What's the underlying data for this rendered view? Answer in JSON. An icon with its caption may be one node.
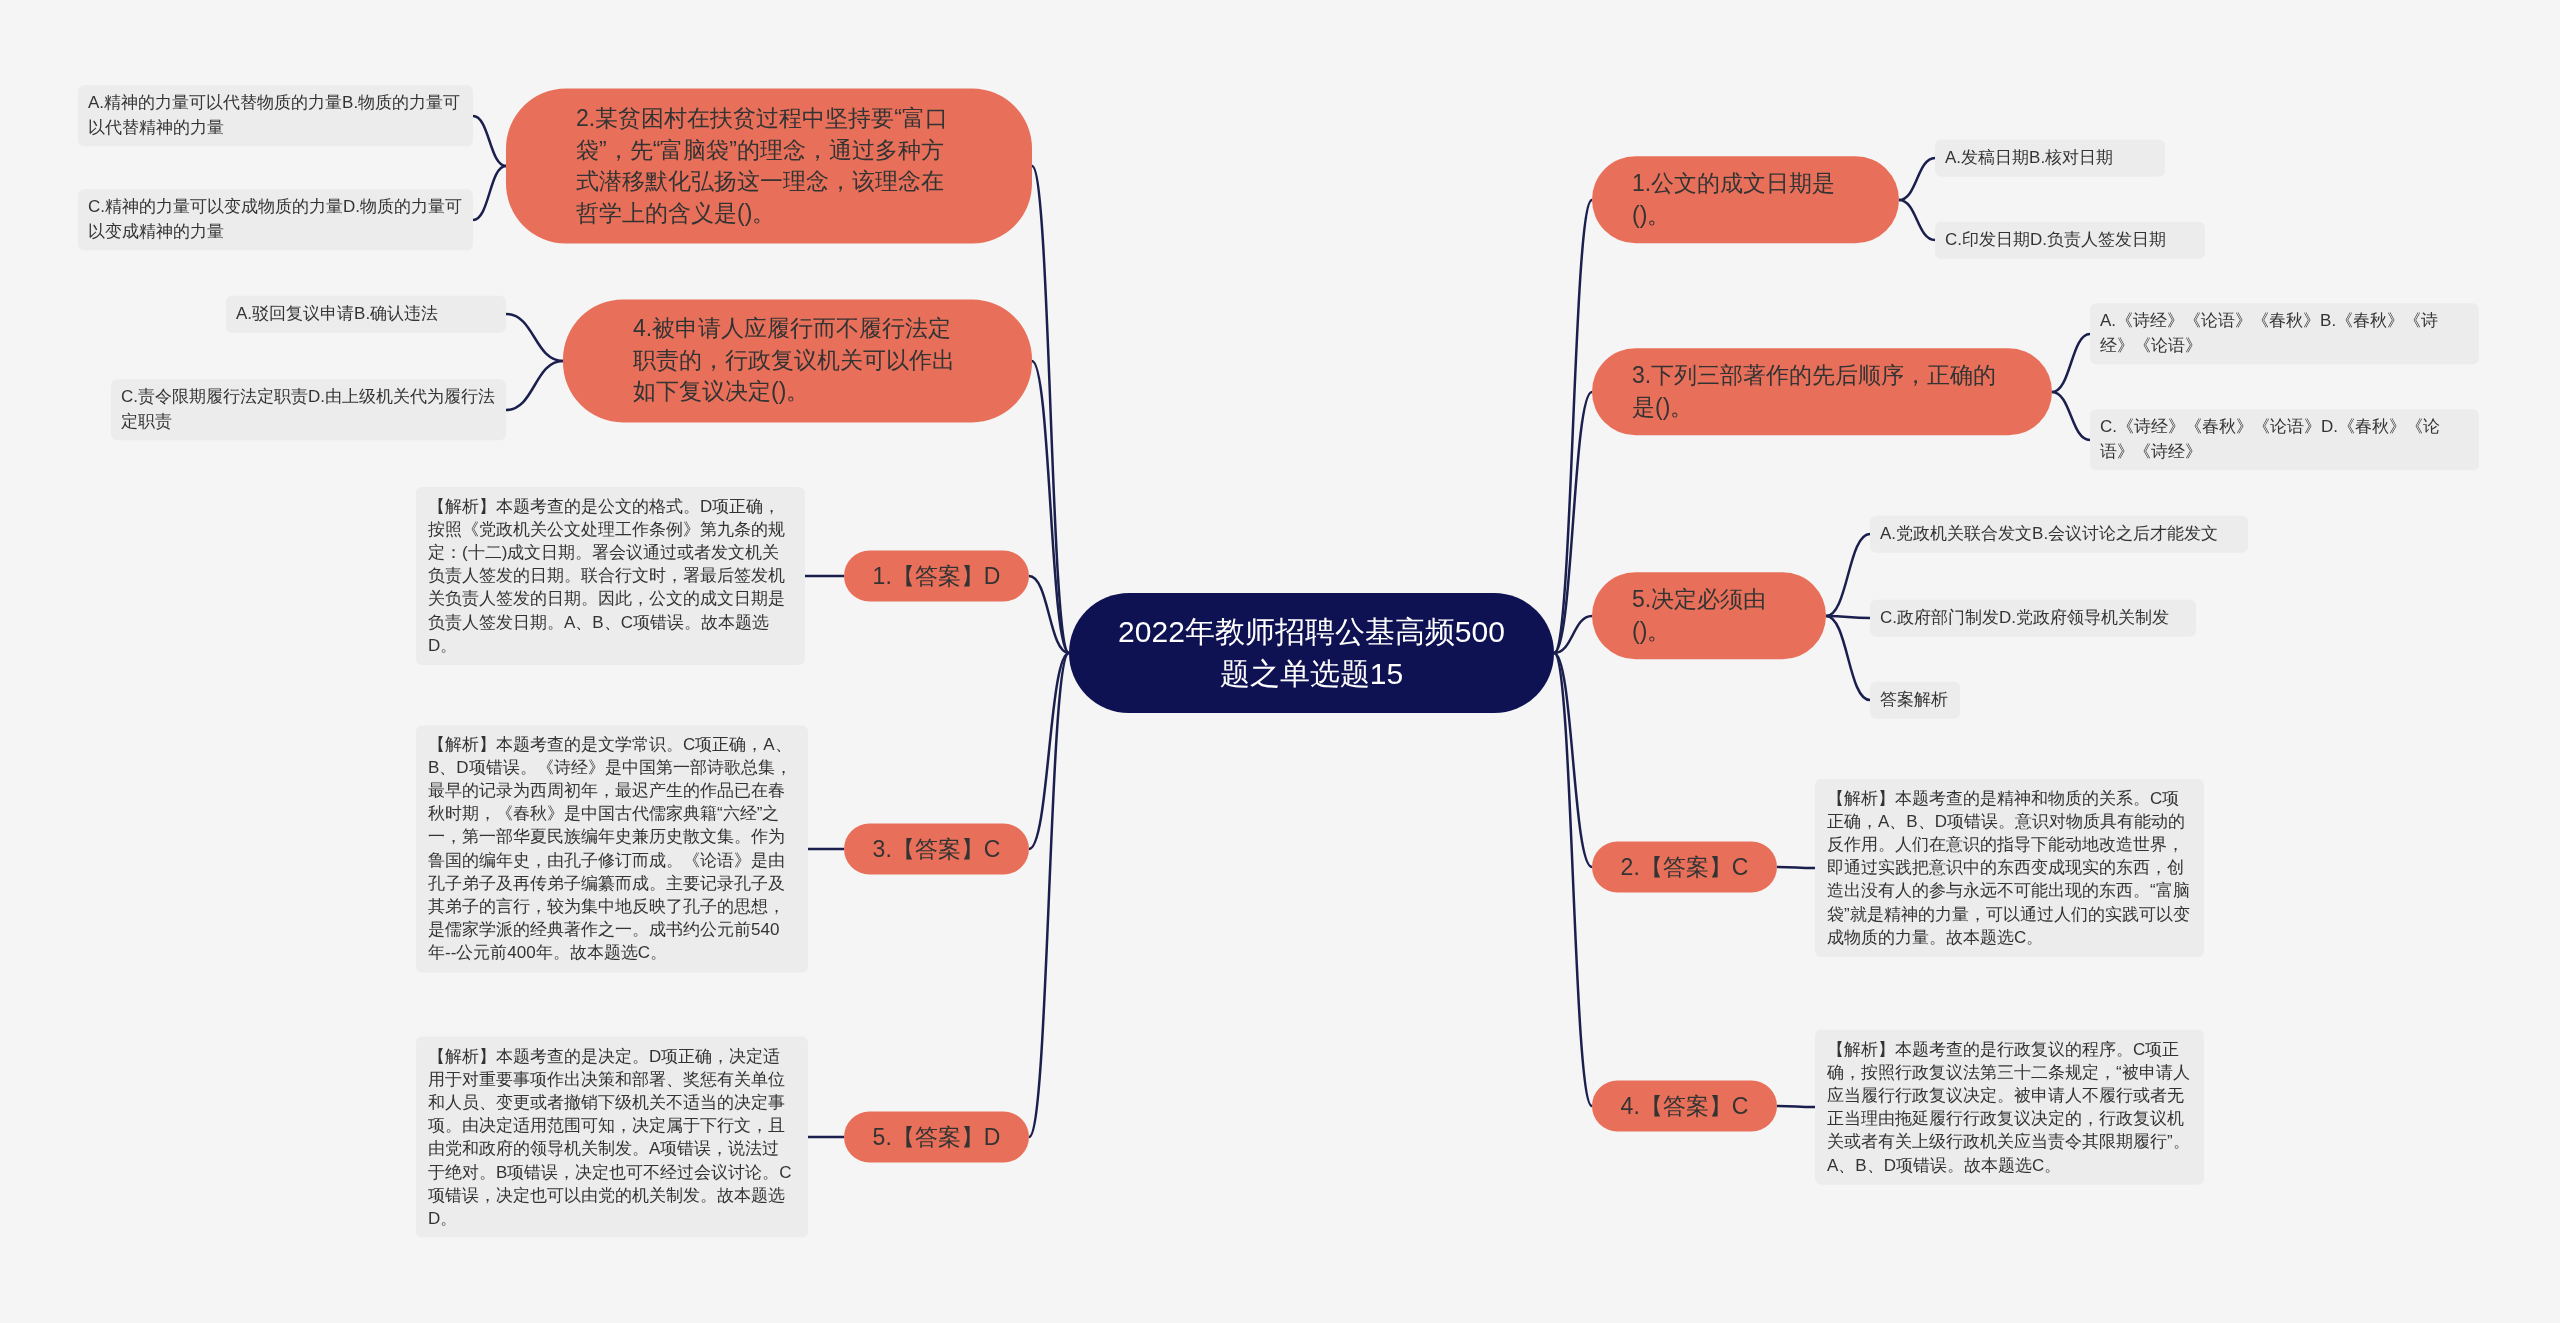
{
  "diagram": {
    "nodes": [
      {
        "text": [
          "2022年教师招聘公基高频500题之单选题15"
        ]
      },
      {
        "text": [
          "2.某贫困村在扶贫过程中坚持要“富口袋”，先“富脑袋”的理念，通过多种方式潜移默化弘扬这一理念，该理念在哲学上的含义是()。"
        ]
      },
      {
        "text": [
          "A.精神的力量可以代替物质的力量B.物质的力量可以代替精神的力量"
        ]
      },
      {
        "text": [
          "C.精神的力量可以变成物质的力量D.物质的力量可以变成精神的力量"
        ]
      },
      {
        "text": [
          "4.被申请人应履行而不履行法定职责的，行政复议机关可以作出如下复议决定()。"
        ]
      },
      {
        "text": [
          "A.驳回复议申请B.确认违法"
        ]
      },
      {
        "text": [
          "C.责令限期履行法定职责D.由上级机关代为履行法定职责"
        ]
      },
      {
        "text": [
          "1.【答案】D"
        ]
      },
      {
        "text": [
          "【解析】本题考查的是公文的格式。D项正确，按照《党政机关公文处理工作条例》第九条的规定：(十二)成文日期。署会议通过或者发文机关负责人签发的日期。联合行文时，署最后签发机关负责人签发的日期。因此，公文的成文日期是负责人签发日期。A、B、C项错误。故本题选D。"
        ]
      },
      {
        "text": [
          "3.【答案】C"
        ]
      },
      {
        "text": [
          "【解析】本题考查的是文学常识。C项正确，A、B、D项错误。《诗经》是中国第一部诗歌总集，最早的记录为西周初年，最迟产生的作品已在春秋时期，《春秋》是中国古代儒家典籍“六经”之一，第一部华夏民族编年史兼历史散文集。作为鲁国的编年史，由孔子修订而成。《论语》是由孔子弟子及再传弟子编纂而成。主要记录孔子及其弟子的言行，较为集中地反映了孔子的思想，是儒家学派的经典著作之一。成书约公元前540年--公元前400年。故本题选C。"
        ]
      },
      {
        "text": [
          "5.【答案】D"
        ]
      },
      {
        "text": [
          "【解析】本题考查的是决定。D项正确，决定适用于对重要事项作出决策和部署、奖惩有关单位和人员、变更或者撤销下级机关不适当的决定事项。由决定适用范围可知，决定属于下行文，且由党和政府的领导机关制发。A项错误，说法过于绝对。B项错误，决定也可不经过会议讨论。C项错误，决定也可以由党的机关制发。故本题选D。"
        ]
      },
      {
        "text": [
          "1.公文的成文日期是()。"
        ]
      },
      {
        "text": [
          "A.发稿日期B.核对日期"
        ]
      },
      {
        "text": [
          "C.印发日期D.负责人签发日期"
        ]
      },
      {
        "text": [
          "3.下列三部著作的先后顺序，正确的是()。"
        ]
      },
      {
        "text": [
          "A.《诗经》《论语》《春秋》B.《春秋》《诗经》《论语》"
        ]
      },
      {
        "text": [
          "C.《诗经》《春秋》《论语》D.《春秋》《论语》《诗经》"
        ]
      },
      {
        "text": [
          "5.决定必须由()。"
        ]
      },
      {
        "text": [
          "A.党政机关联合发文B.会议讨论之后才能发文"
        ]
      },
      {
        "text": [
          "C.政府部门制发D.党政府领导机关制发"
        ]
      },
      {
        "text": [
          "答案解析"
        ]
      },
      {
        "text": [
          "2.【答案】C"
        ]
      },
      {
        "text": [
          "【解析】本题考查的是精神和物质的关系。C项正确，A、B、D项错误。意识对物质具有能动的反作用。人们在意识的指导下能动地改造世界，即通过实践把意识中的东西变成现实的东西，创造出没有人的参与永远不可能出现的东西。“富脑袋”就是精神的力量，可以通过人们的实践可以变成物质的力量。故本题选C。"
        ]
      },
      {
        "text": [
          "4.【答案】C"
        ]
      },
      {
        "text": [
          "【解析】本题考查的是行政复议的程序。C项正确，按照行政复议法第三十二条规定，“被申请人应当履行行政复议决定。被申请人不履行或者无正当理由拖延履行行政复议决定的，行政复议机关或者有关上级行政机关应当责令其限期履行”。A、B、D项错误。故本题选C。"
        ]
      }
    ],
    "edges": [
      {
        "from": 0,
        "to": 1,
        "arrow": "none"
      },
      {
        "from": 1,
        "to": 2,
        "arrow": "none"
      },
      {
        "from": 1,
        "to": 3,
        "arrow": "none"
      },
      {
        "from": 0,
        "to": 4,
        "arrow": "none"
      },
      {
        "from": 4,
        "to": 5,
        "arrow": "none"
      },
      {
        "from": 4,
        "to": 6,
        "arrow": "none"
      },
      {
        "from": 0,
        "to": 7,
        "arrow": "none"
      },
      {
        "from": 7,
        "to": 8,
        "arrow": "none"
      },
      {
        "from": 0,
        "to": 9,
        "arrow": "none"
      },
      {
        "from": 9,
        "to": 10,
        "arrow": "none"
      },
      {
        "from": 0,
        "to": 11,
        "arrow": "none"
      },
      {
        "from": 11,
        "to": 12,
        "arrow": "none"
      },
      {
        "from": 0,
        "to": 13,
        "arrow": "none"
      },
      {
        "from": 13,
        "to": 14,
        "arrow": "none"
      },
      {
        "from": 13,
        "to": 15,
        "arrow": "none"
      },
      {
        "from": 0,
        "to": 16,
        "arrow": "none"
      },
      {
        "from": 16,
        "to": 17,
        "arrow": "none"
      },
      {
        "from": 16,
        "to": 18,
        "arrow": "none"
      },
      {
        "from": 0,
        "to": 19,
        "arrow": "none"
      },
      {
        "from": 19,
        "to": 20,
        "arrow": "none"
      },
      {
        "from": 19,
        "to": 21,
        "arrow": "none"
      },
      {
        "from": 19,
        "to": 22,
        "arrow": "none"
      },
      {
        "from": 0,
        "to": 23,
        "arrow": "none"
      },
      {
        "from": 23,
        "to": 24,
        "arrow": "none"
      },
      {
        "from": 0,
        "to": 25,
        "arrow": "none"
      },
      {
        "from": 25,
        "to": 26,
        "arrow": "none"
      }
    ]
  }
}
